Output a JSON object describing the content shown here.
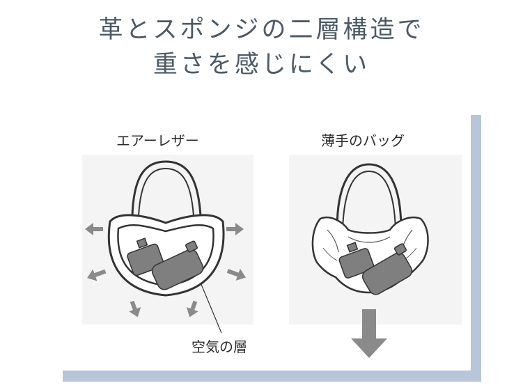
{
  "title": {
    "line1": "革とスポンジの二層構造で",
    "line2": "重さを感じにくい"
  },
  "left": {
    "label": "エアーレザー",
    "callout": "空気の層"
  },
  "right": {
    "label": "薄手のバッグ"
  },
  "colors": {
    "title_text": "#4b5a66",
    "panel_shadow": "#b7c6d9",
    "icon_gray": "#7f7f7f",
    "outline": "#333333"
  }
}
